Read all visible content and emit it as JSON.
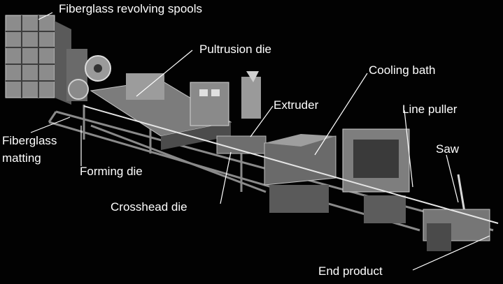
{
  "diagram": {
    "labels": {
      "fiberglass_spools": "Fiberglass revolving spools",
      "pultrusion_die": "Pultrusion die",
      "cooling_bath": "Cooling bath",
      "extruder": "Extruder",
      "line_puller": "Line puller",
      "fiberglass_matting_line1": "Fiberglass",
      "fiberglass_matting_line2": "matting",
      "saw": "Saw",
      "forming_die": "Forming die",
      "crosshead_die": "Crosshead die",
      "end_product": "End product"
    }
  }
}
